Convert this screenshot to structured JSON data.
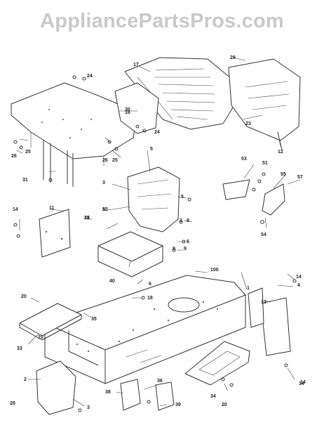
{
  "watermark": "AppliancePartsPros.com",
  "callouts": [
    "1",
    "2",
    "3",
    "3",
    "3",
    "4",
    "5",
    "5",
    "5",
    "6",
    "6",
    "8",
    "9",
    "9",
    "10",
    "11",
    "12",
    "13",
    "14",
    "14",
    "14",
    "14",
    "14",
    "15",
    "16",
    "17",
    "18",
    "20",
    "20",
    "23",
    "24",
    "24",
    "25",
    "25",
    "25",
    "26",
    "26",
    "28",
    "29",
    "30",
    "31",
    "33",
    "34",
    "35",
    "36",
    "38",
    "39",
    "40",
    "51",
    "53",
    "54",
    "55",
    "57",
    "100"
  ],
  "colors": {
    "ink": "#333333",
    "watermark": "#c9c9c9",
    "background": "#ffffff"
  }
}
